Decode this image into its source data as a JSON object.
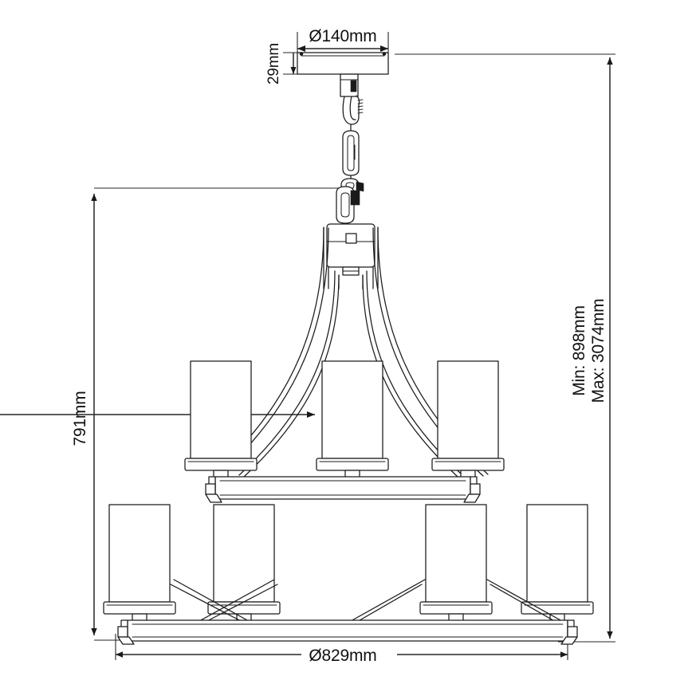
{
  "drawing": {
    "title": "Chandelier dimensional drawing",
    "product": "9-light two-tier chandelier",
    "units": "mm",
    "background_color": "#ffffff",
    "line_color": "#1a1a1a",
    "text_color": "#111111"
  },
  "dimensions": {
    "canopy_diameter": {
      "label": "Ø140mm",
      "value": 140,
      "symbol": "Ø",
      "orientation": "horizontal",
      "position": "top"
    },
    "canopy_height": {
      "label": "29mm",
      "value": 29,
      "orientation": "vertical",
      "position": "top-left"
    },
    "fixture_height": {
      "label": "791mm",
      "value": 791,
      "orientation": "vertical",
      "position": "left"
    },
    "overall_diameter": {
      "label": "Ø829mm",
      "value": 829,
      "symbol": "Ø",
      "orientation": "horizontal",
      "position": "bottom"
    },
    "drop_min": {
      "label": "Min: 898mm",
      "value": 898,
      "orientation": "vertical",
      "position": "right"
    },
    "drop_max": {
      "label": "Max: 3074mm",
      "value": 3074,
      "orientation": "vertical",
      "position": "right"
    }
  },
  "components": {
    "ceiling_plate": "ceiling-canopy-plate",
    "hook": "suspension-hook",
    "chain": "suspension-chain",
    "chain_link_count": 3,
    "body": "central-body-housing",
    "upper_tier_shades": 3,
    "lower_tier_shades": 4,
    "center_shade": 1,
    "upper_bar": "upper-horizontal-frame-bar",
    "lower_bar": "lower-horizontal-frame-bar",
    "arms": "curved-support-arms"
  }
}
